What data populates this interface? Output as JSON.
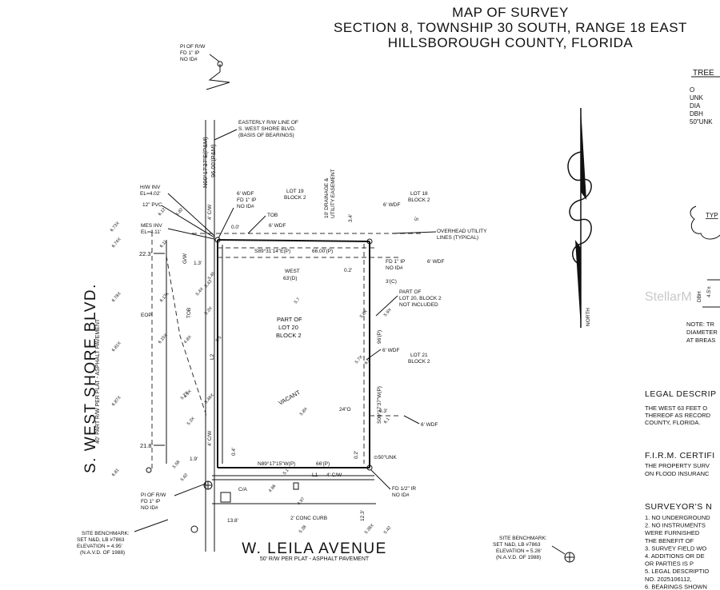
{
  "title": {
    "line1": "MAP OF SURVEY",
    "line2": "SECTION 8, TOWNSHIP 30 SOUTH, RANGE 18 EAST",
    "line3": "HILLSBOROUGH COUNTY, FLORIDA"
  },
  "streets": {
    "west_shore": "S. WEST SHORE BLVD.",
    "west_shore_sub": "40' PART R/W PER PLAT - ASPHALT PAVEMENT",
    "leila": "W. LEILA AVENUE",
    "leila_sub": "50' R/W PER PLAT - ASPHALT PAVEMENT"
  },
  "labels": {
    "pi_top": [
      "PI OF R/W",
      "FD 1\" IP",
      "NO ID#"
    ],
    "easterly": [
      "EASTERLY R/W LINE OF",
      "S. WEST SHORE BLVD.",
      "(BASIS OF BEARINGS)"
    ],
    "bearing_west": "N00°17'37\"E(P&M)",
    "dist_west": "96.00'(P&M)",
    "hw_inv": [
      "H/W INV",
      "EL=4.02'"
    ],
    "pvc": "12\" PVC",
    "mes_inv": [
      "MES INV",
      "EL=4.11'"
    ],
    "dim_22_3": "22.3'",
    "dim_1_3": "1.3'",
    "wdf_nw": [
      "6' WDF",
      "FD 1\" IP",
      "NO ID#"
    ],
    "dim_0_0": "0.0'",
    "tob_top": "TOB",
    "wdf_top": "6' WDF",
    "lot19": [
      "LOT 19",
      "BLOCK 2"
    ],
    "drainage": [
      "10' DRAINAGE &",
      "UTILITY EASEMENT"
    ],
    "dim_3_4": "3.4'",
    "lot18": [
      "LOT 18",
      "BLOCK 2"
    ],
    "wdf_ne": "6' WDF",
    "dim_5": "5'",
    "overhead": [
      "OVERHEAD UTILITY",
      "LINES (TYPICAL)"
    ],
    "bearing_north": "S89°31'14\"E(P)",
    "dist_north": "66.00'(P)",
    "ip_ne": [
      "FD 1\" IP",
      "NO ID#"
    ],
    "wdf_ne2": "6' WDF",
    "dim_0_2": "0.2'",
    "west63": [
      "WEST",
      "63'(D)"
    ],
    "dim_3c": "3'(C)",
    "part_lot20": [
      "PART OF",
      "LOT 20, BLOCK 2",
      "NOT INCLUDED"
    ],
    "cw_top": "4' C/W",
    "gw": "G/W",
    "eop": "EOP",
    "tob_side": "TOB",
    "parcel": [
      "PART OF",
      "LOT 20",
      "BLOCK 2"
    ],
    "dim_96p": "96'(P)",
    "wdf_e": "6' WDF",
    "lot21": [
      "LOT 21",
      "BLOCK 2"
    ],
    "vacant": "VACANT",
    "bearing_east": "S00°17'37\"W(P)",
    "dim_0_3": "0.3'",
    "wdf_se": "6' WDF",
    "tree_24": "24\"O",
    "dim_21_8": "21.8'",
    "dim_1_9": "1.9'",
    "dim_0_4": "0.4'",
    "cw_side": "4' C/W",
    "dim_0_2b": "0.2'",
    "bearing_south": "N89°17'15\"W(P)",
    "dist_south": "66'(P)",
    "l1": "L1",
    "l2": "L2",
    "cw_bottom": "4' C/W",
    "tree_50": "⊙50\"UNK",
    "fd_ir": [
      "FD 1/2\" IR",
      "NO ID#"
    ],
    "pi_bottom": [
      "PI OF R/W",
      "FD 1\" IP",
      "NO ID#"
    ],
    "ca": "C/A",
    "curb": "2' CONC CURB",
    "dim_13_8": "13.8'",
    "dim_12_3": "12.3'",
    "bm_left": [
      "SITE BENCHMARK:",
      "SET N&D, LB #7863",
      "ELEVATION = 4.95'",
      "(N.A.V.D. OF 1988)"
    ],
    "bm_right": [
      "SITE BENCHMARK:",
      "SET N&D, LB #7863",
      "ELEVATION = 5.26'",
      "(N.A.V.D. OF 1988)"
    ],
    "north": "NORTH"
  },
  "elevations": [
    "6.73X",
    "6.74X",
    "6.78X",
    "6.81X",
    "6.87X",
    "6.81",
    "6.13X",
    "6.15X",
    "6.12",
    "6.11",
    "5.82",
    "5.4X",
    "5.3X",
    "5.43",
    "5.45",
    "5.5",
    "5.7",
    "5.8X",
    "5.9X",
    "6.0",
    "6.1",
    "5.2X",
    "5.46X",
    "5.7X",
    "5.8X",
    "5.1",
    "5.3X",
    "4.8X",
    "4.9X",
    "4.96",
    "4.97",
    "5.38",
    "5.38X",
    "5.42",
    "5.58",
    "5.62"
  ],
  "right_panel": {
    "tree_title": "TREE",
    "tree_legend": [
      "O",
      "UNK",
      "DIA",
      "DBH",
      "50\"UNK"
    ],
    "typ": "TYP",
    "dbh": "DBH",
    "dbh_dim": "4.5'±",
    "note": [
      "NOTE: TR",
      "DIAMETER",
      "AT BREAS"
    ],
    "legal_head": "LEGAL DESCRIP",
    "legal_body": [
      "THE WEST 63 FEET O",
      "THEREOF AS RECORD",
      "COUNTY, FLORIDA."
    ],
    "firm_head": "F.I.R.M. CERTIFI",
    "firm_body": [
      "THE PROPERTY SURV",
      "ON FLOOD INSURANC"
    ],
    "surveyor_head": "SURVEYOR'S N",
    "surveyor_notes": [
      "1. NO UNDERGROUND",
      "2. NO INSTRUMENTS",
      "    WERE FURNISHED",
      "    THE BENEFIT OF",
      "3. SURVEY FIELD WO",
      "4. ADDITIONS OR DE",
      "    OR PARTIES IS P",
      "5. LEGAL DESCRIPTIO",
      "    NO. 2025106112,",
      "6. BEARINGS SHOWN"
    ]
  },
  "watermark": "StellarM"
}
